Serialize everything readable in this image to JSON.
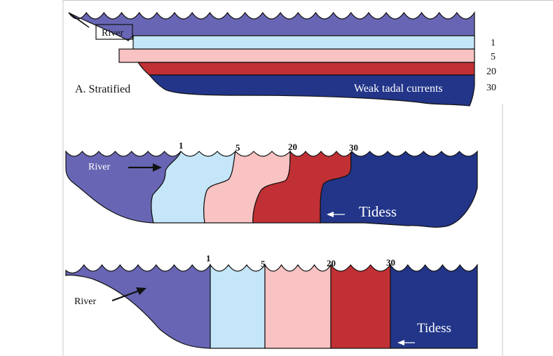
{
  "colors": {
    "river": "#6866b4",
    "salinity_1": "#c4e6f8",
    "salinity_5": "#f9c2c3",
    "salinity_20": "#c13034",
    "salinity_30": "#223589",
    "stroke": "#111111",
    "frame": "#c8c8c8",
    "text_on_dark": "#ffffff",
    "text_on_light": "#111111"
  },
  "panel_a": {
    "river_label": "River",
    "stratified_label": "A. Stratified",
    "currents_label": "Weak  tadal currents",
    "layer_labels": [
      "1",
      "5",
      "20",
      "30"
    ]
  },
  "panel_b": {
    "river_label": "River",
    "tides_label": "Tidess",
    "isohaline_labels": [
      "1",
      "5",
      "20",
      "30"
    ]
  },
  "panel_c": {
    "river_label": "River",
    "tides_label": "Tidess",
    "isohaline_labels": [
      "1",
      "5",
      "20",
      "30"
    ]
  }
}
